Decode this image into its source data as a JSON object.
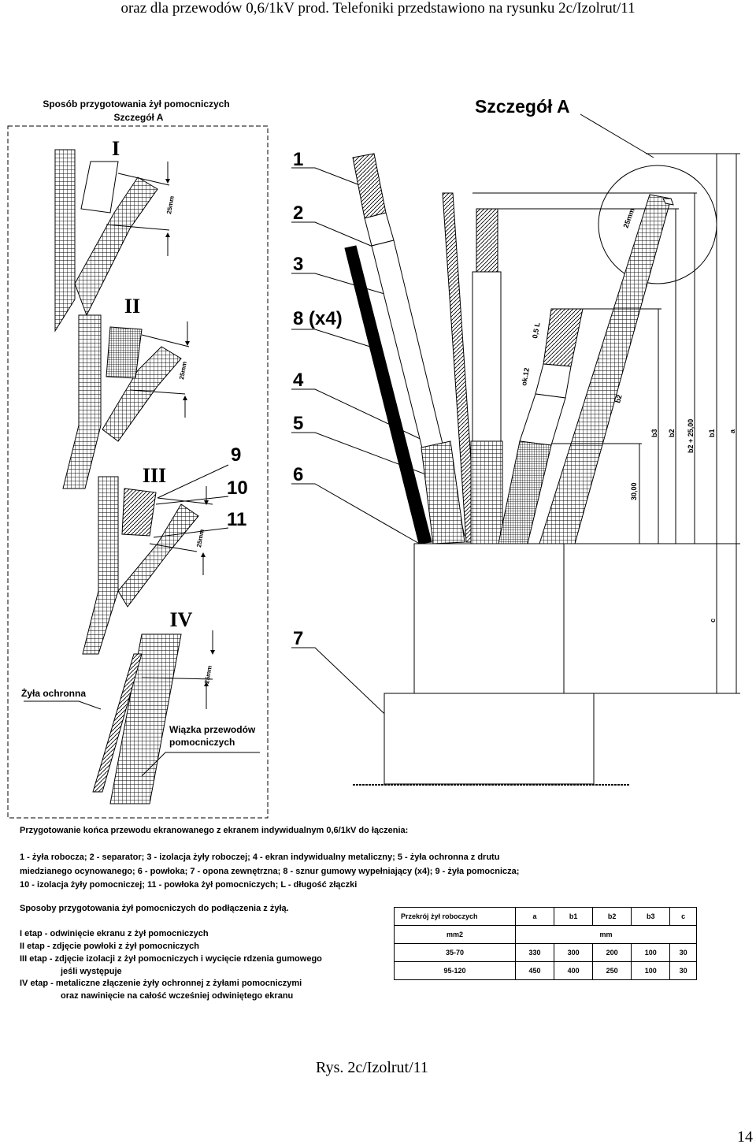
{
  "header": "oraz dla przewodów 0,6/1kV prod. Telefoniki przedstawiono na rysunku 2c/Izolrut/11",
  "left_panel": {
    "title_line1": "Sposób przygotowania żył pomocniczych",
    "title_line2": "Szczegół A",
    "stages": [
      "I",
      "II",
      "III",
      "IV"
    ],
    "dim_label": "25mm",
    "zyla_ochronna": "Żyła ochronna",
    "wiazka_line1": "Wiązka przewodów",
    "wiazka_line2": "pomocniczych",
    "callouts": [
      "9",
      "10",
      "11"
    ]
  },
  "right_panel": {
    "detail_title": "Szczegół A",
    "callouts": [
      "1",
      "2",
      "3",
      "8 (x4)",
      "4",
      "5",
      "6",
      "7"
    ],
    "dim_labels": [
      "25mm",
      "0,5 L",
      "ok.12",
      "b2",
      "b3",
      "b2",
      "b2 + 25,00",
      "b1",
      "a",
      "30,00",
      "c"
    ]
  },
  "legend": {
    "heading": "Przygotowanie końca przewodu ekranowanego z ekranem indywidualnym 0,6/1kV do łączenia:",
    "parts_lines": [
      "1 - żyła robocza; 2 - separator; 3 - izolacja żyły roboczej; 4 - ekran indywidualny metaliczny; 5 - żyła ochronna z drutu",
      "miedzianego ocynowanego; 6 - powłoka; 7 - opona zewnętrzna; 8 - sznur gumowy wypełniający (x4); 9 - żyła pomocnicza;",
      "10 - izolacja żyły pomocniczej; 11 - powłoka żył pomocniczych; L - długość złączki"
    ],
    "methods_heading": "Sposoby przygotowania żył pomocniczych do podłączenia z żyłą.",
    "stage_lines": [
      "I etap - odwinięcie ekranu z żył pomocniczych",
      "II etap - zdjęcie powłoki z żył pomocniczych",
      "III etap - zdjęcie izolacji z żył pomocniczych i wycięcie rdzenia gumowego",
      "jeśli występuje",
      "IV etap - metaliczne złączenie żyły ochronnej z żyłami pomocniczymi",
      "oraz nawinięcie na całość wcześniej odwiniętego ekranu"
    ]
  },
  "table": {
    "headers": [
      "Przekrój żył roboczych",
      "a",
      "b1",
      "b2",
      "b3",
      "c"
    ],
    "unit_row": [
      "mm2",
      "mm"
    ],
    "rows": [
      [
        "35-70",
        "330",
        "300",
        "200",
        "100",
        "30"
      ],
      [
        "95-120",
        "450",
        "400",
        "250",
        "100",
        "30"
      ]
    ]
  },
  "figure_caption": "Rys. 2c/Izolrut/11",
  "page_number": "14"
}
